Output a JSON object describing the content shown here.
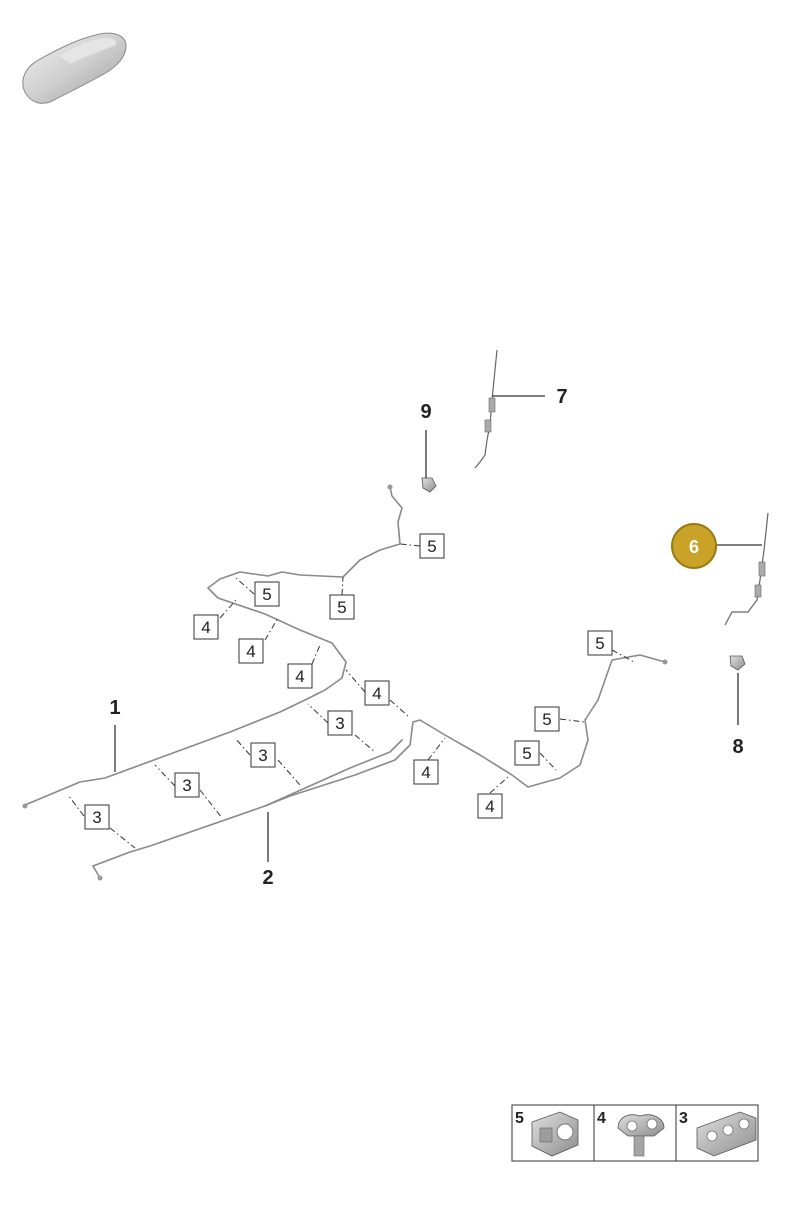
{
  "diagram": {
    "callouts": {
      "c1": "1",
      "c2": "2",
      "c6": "6",
      "c7": "7",
      "c8": "8",
      "c9": "9"
    },
    "boxes": {
      "b5a": "5",
      "b5b": "5",
      "b5c": "5",
      "b5d": "5",
      "b5e": "5",
      "b5f": "5",
      "b4a": "4",
      "b4b": "4",
      "b4c": "4",
      "b4d": "4",
      "b4e": "4",
      "b4f": "4",
      "b3a": "3",
      "b3b": "3",
      "b3c": "3",
      "b3d": "3"
    },
    "legend": {
      "cell1": "5",
      "cell2": "4",
      "cell3": "3"
    },
    "colors": {
      "highlight": "#c9a227",
      "highlight_border": "#9a7a12",
      "pipe": "#8a8a8a"
    },
    "icons": {
      "car": "car-silhouette-icon",
      "clip5": "double-clip-icon",
      "clip4": "pipe-holder-icon",
      "clip3": "triple-clip-icon"
    }
  }
}
